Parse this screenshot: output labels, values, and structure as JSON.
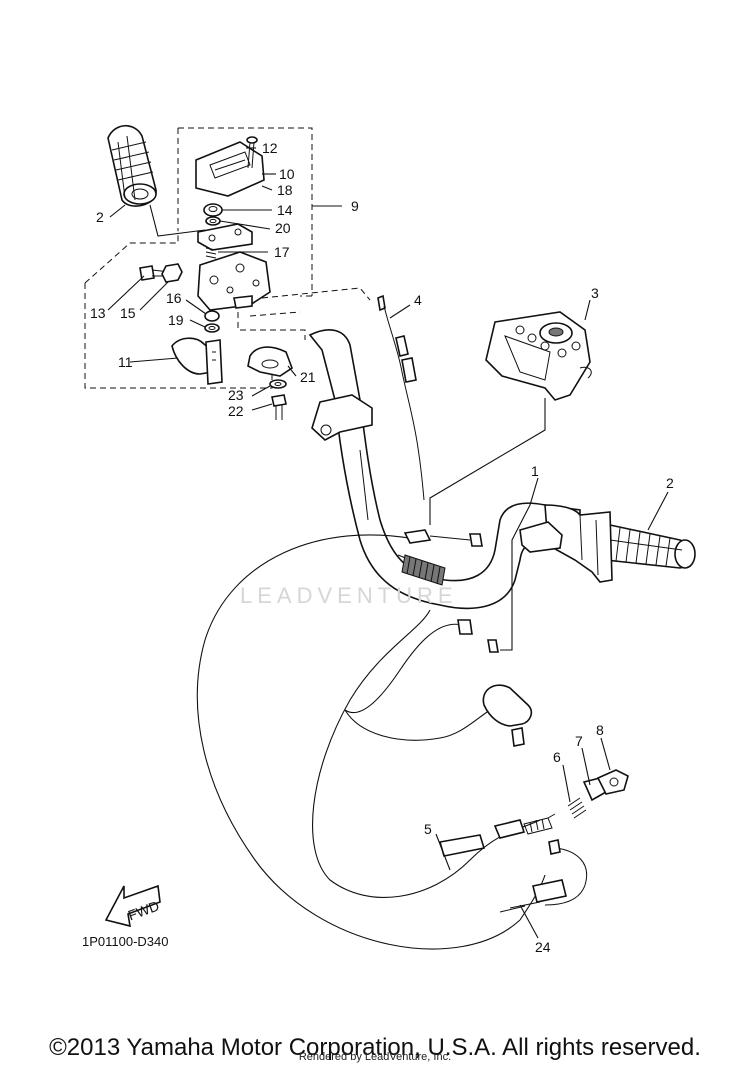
{
  "diagram": {
    "callouts": [
      "1",
      "2",
      "2",
      "3",
      "4",
      "5",
      "6",
      "7",
      "8",
      "9",
      "10",
      "11",
      "12",
      "13",
      "14",
      "15",
      "16",
      "17",
      "18",
      "19",
      "20",
      "21",
      "22",
      "23",
      "24"
    ],
    "part_code": "1P01100-D340",
    "fwd_label": "FWD",
    "watermark": "LEADVENTURE",
    "copyright": "©2013 Yamaha Motor Corporation, U.S.A. All rights reserved.",
    "rendered_by": "Rendered by LeadVenture, Inc."
  }
}
